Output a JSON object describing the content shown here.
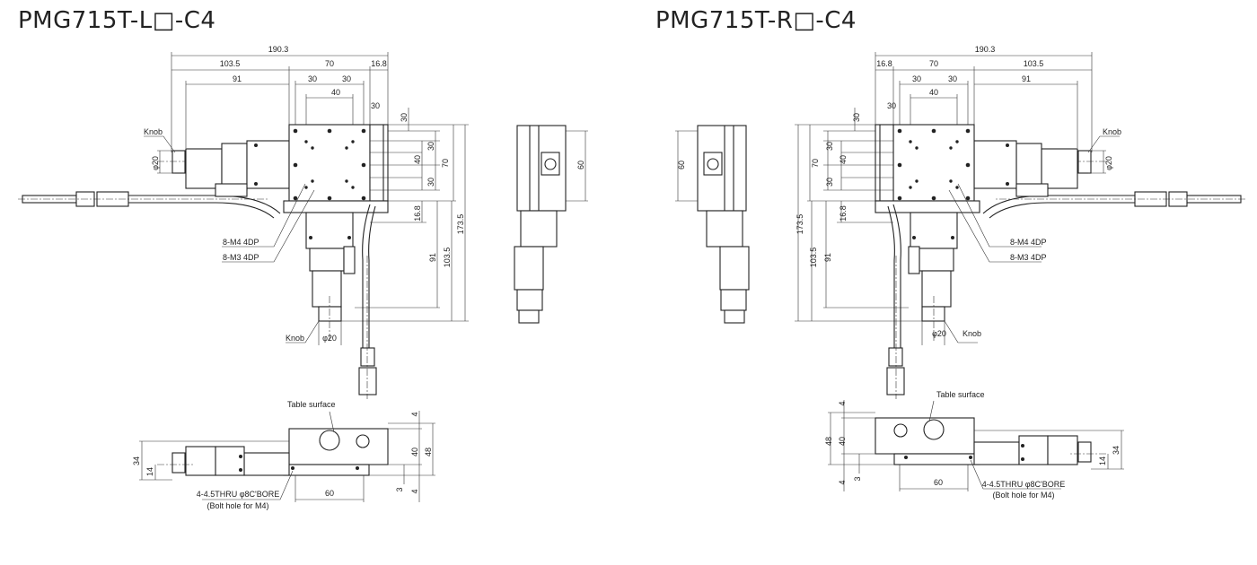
{
  "left": {
    "title": "PMG715T-L□-C4",
    "top": {
      "d190_3": "190.3",
      "d103_5": "103.5",
      "d70": "70",
      "d16_8": "16.8",
      "d91": "91",
      "d30a": "30",
      "d30b": "30",
      "d40": "40",
      "d30c": "30",
      "v30top": "30",
      "v30a": "30",
      "v40": "40",
      "v30b": "30",
      "v70": "70",
      "v16_8": "16.8",
      "v91": "91",
      "v103_5": "103.5",
      "v173_5": "173.5",
      "knob1": "Knob",
      "phi20a": "φ20",
      "m4": "8-M4 4DP",
      "m3": "8-M3 4DP",
      "knob2": "Knob",
      "phi20b": "φ20"
    },
    "side": {
      "v60": "60"
    },
    "bottom": {
      "table_surface": "Table surface",
      "v4top": "4",
      "v40": "40",
      "v48": "48",
      "v3": "3",
      "v4bot": "4",
      "v34": "34",
      "v14": "14",
      "d60": "60",
      "bolt1": "4-4.5THRU φ8C'BORE",
      "bolt2": "(Bolt hole for M4)"
    }
  },
  "right": {
    "title": "PMG715T-R□-C4",
    "top": {
      "d190_3": "190.3",
      "d103_5": "103.5",
      "d70": "70",
      "d16_8": "16.8",
      "d91": "91",
      "d30a": "30",
      "d30b": "30",
      "d40": "40",
      "d30c": "30",
      "v30top": "30",
      "v30a": "30",
      "v40": "40",
      "v30b": "30",
      "v70": "70",
      "v16_8": "16.8",
      "v91": "91",
      "v103_5": "103.5",
      "v173_5": "173.5",
      "knob1": "Knob",
      "phi20a": "φ20",
      "m4": "8-M4 4DP",
      "m3": "8-M3 4DP",
      "knob2": "Knob",
      "phi20b": "φ20"
    },
    "side": {
      "v60": "60"
    },
    "bottom": {
      "table_surface": "Table surface",
      "v4top": "4",
      "v40": "40",
      "v48": "48",
      "v3": "3",
      "v4bot": "4",
      "v34": "34",
      "v14": "14",
      "d60": "60",
      "bolt1": "4-4.5THRU φ8C'BORE",
      "bolt2": "(Bolt hole for M4)"
    }
  }
}
